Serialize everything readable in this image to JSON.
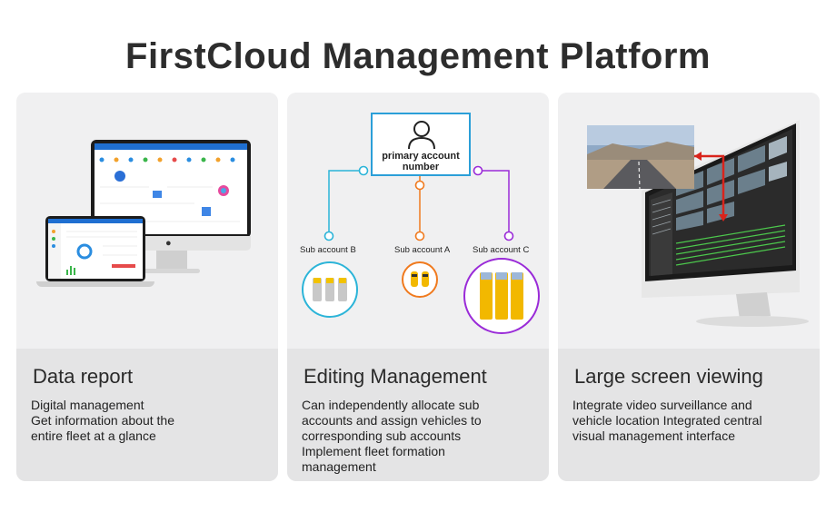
{
  "page_title": "FirstCloud Management Platform",
  "cards": [
    {
      "title": "Data report",
      "lines": [
        "Digital management",
        "Get information about the",
        "entire fleet at a glance"
      ]
    },
    {
      "title": "Editing Management",
      "lines": [
        "Can independently allocate sub",
        "accounts and assign vehicles to",
        "corresponding sub accounts",
        "Implement fleet formation",
        "management"
      ],
      "diagram": {
        "primary": [
          "primary account",
          "number"
        ],
        "sub_accounts": [
          "Sub account B",
          "Sub account A",
          "Sub account C"
        ],
        "colors": {
          "primary": "#2b9fd8",
          "b": "#2bb4d8",
          "a": "#f07a1e",
          "c": "#9a2bd8"
        }
      }
    },
    {
      "title": "Large screen viewing",
      "lines": [
        "Integrate video surveillance and",
        "vehicle location Integrated central",
        "visual management interface"
      ]
    }
  ],
  "colors": {
    "card_bg": "#f0f0f1",
    "caption_bg": "#e4e4e5",
    "title": "#2d2d2d",
    "highlight_red": "#d9241c"
  }
}
